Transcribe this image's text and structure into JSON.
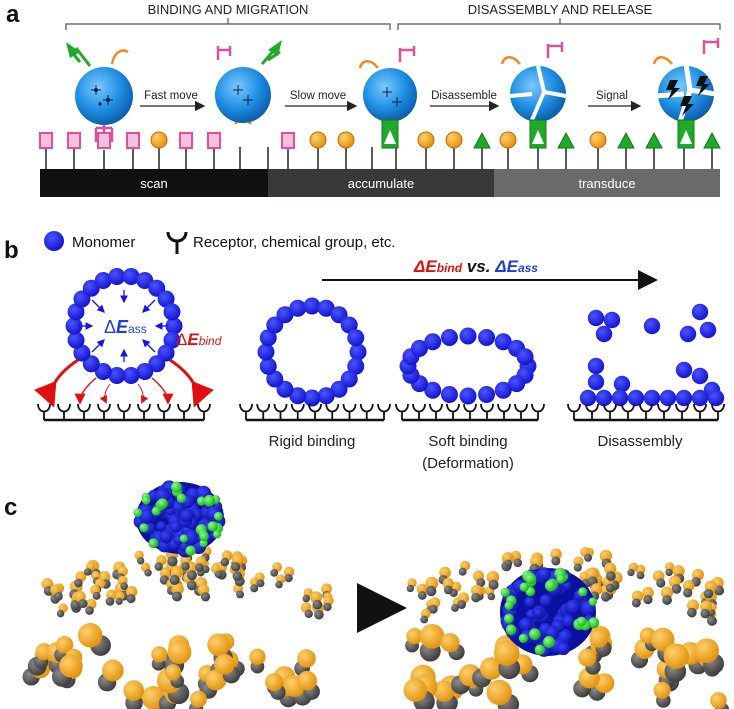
{
  "panel_a": {
    "letter": "a",
    "header_left": "BINDING AND MIGRATION",
    "header_right": "DISASSEMBLY AND RELEASE",
    "arrows": [
      "Fast move",
      "Slow move",
      "Disassemble",
      "Signal"
    ],
    "bar_segments": [
      "scan",
      "accumulate",
      "transduce"
    ],
    "colors": {
      "sphere": "#1f8fe0",
      "pink": "#e0509a",
      "orange": "#f08a20",
      "green": "#1faa2a",
      "bar_dark": "#111111",
      "bar_mid": "#3a3838",
      "bar_light": "#6b6969"
    }
  },
  "panel_b": {
    "letter": "b",
    "legend_monomer": "Monomer",
    "legend_receptor": "Receptor, chemical group, etc.",
    "compare": {
      "bind_sym": "Δ",
      "bind_E": "E",
      "bind_sub": "bind",
      "vs": " vs. ",
      "ass_sym": "Δ",
      "ass_E": "E",
      "ass_sub": "ass"
    },
    "center": {
      "sym": "Δ",
      "E": "E",
      "sub": "ass"
    },
    "side": {
      "sym": "Δ",
      "E": "E",
      "sub": "bind"
    },
    "captions": {
      "rigid": "Rigid binding",
      "soft_1": "Soft binding",
      "soft_2": "(Deformation)",
      "dis": "Disassembly"
    },
    "colors": {
      "monomer": "#1414e6",
      "red": "#e01010",
      "blue_text": "#1a3fd6"
    }
  },
  "panel_c": {
    "letter": "c",
    "colors": {
      "blue": "#1a22dd",
      "green": "#22dd22",
      "orange": "#f4a820",
      "grey": "#555555"
    }
  }
}
